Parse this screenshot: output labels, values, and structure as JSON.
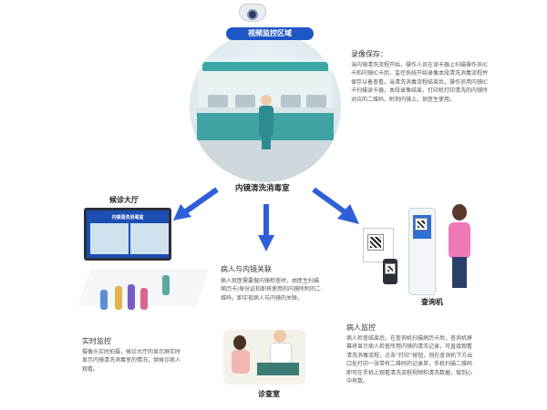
{
  "camera_zone_label": "视频监控区域",
  "center_room_label": "内镜清洗消毒室",
  "recording": {
    "title": "录像保存：",
    "body": "当内镜清洗流程开始，操作人员在读卡器上扫描操作员IC卡和内镜IC卡后，监控系统开始录像本段清洗消毒流程并保存以备查看。当清洗消毒流程结束后，操作员用内镜IC卡扫描读卡器，本段录像结束，打印机打印清洗的内镜所对应的二维码，附到内镜上，供医生使用。"
  },
  "waiting_hall": {
    "label": "候诊大厅",
    "screen_title": "内镜清洗消毒室"
  },
  "realtime_monitor": {
    "title": "实时监控",
    "body": "摄像头实时拍摄，候诊大厅的显示屏实时显示内镜清洗消毒室的情况，供候诊病人观看。"
  },
  "patient_link": {
    "title": "病人与内镜关联",
    "body": "病人就医需要做内镜检查时，由医生扫描病历卡/身份证和即将使用的内镜所附的二维码，即实现病人与内镜的关联。"
  },
  "clinic_label": "诊查室",
  "kiosk_label": "查询机",
  "patient_monitor": {
    "title": "病人监控",
    "body": "病人检查结束后，在查询机扫描病历卡后，查询机屏幕将显示病人检查所用内镜的清洗记录，可直接观看清洗消毒流程，点击“打印”按钮，则在查询机下方出口处打印一张带有二维码的记录单，手机扫描二维码即可在手机上观看清洗流程视频和清洗数据，做到心中有数。"
  },
  "colors": {
    "arrow": "#2f5fd8",
    "badge": "#1e56c5",
    "teal": "#3fa3a4"
  }
}
